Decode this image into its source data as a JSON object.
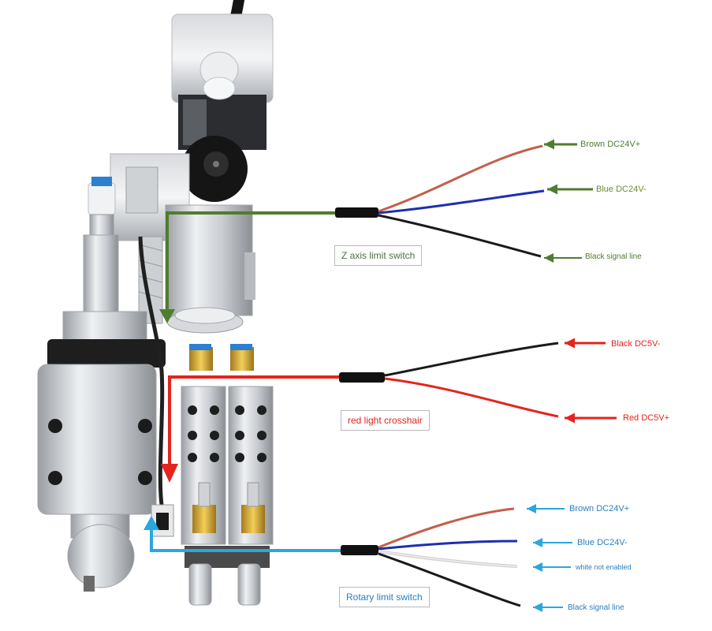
{
  "colors": {
    "z_axis": "#4f7d2f",
    "red_light": "#e6231d",
    "rotary": "#2aa7df",
    "brown_wire": "#c0614a",
    "blue_wire": "#1c2fb0",
    "black_wire": "#1a1a1a",
    "white_wire": "#e9e9e9"
  },
  "groups": [
    {
      "name": "Z axis limit switch",
      "wires": [
        {
          "label": "Brown DC24V+"
        },
        {
          "label": "Blue DC24V-"
        },
        {
          "label": "Black signal line"
        }
      ]
    },
    {
      "name": "red light crosshair",
      "wires": [
        {
          "label": "Black DC5V-"
        },
        {
          "label": "Red DC5V+"
        }
      ]
    },
    {
      "name": "Rotary limit switch",
      "wires": [
        {
          "label": "Brown DC24V+"
        },
        {
          "label": "Blue DC24V-"
        },
        {
          "label": "white not enabled"
        },
        {
          "label": "Black signal line"
        }
      ]
    }
  ]
}
